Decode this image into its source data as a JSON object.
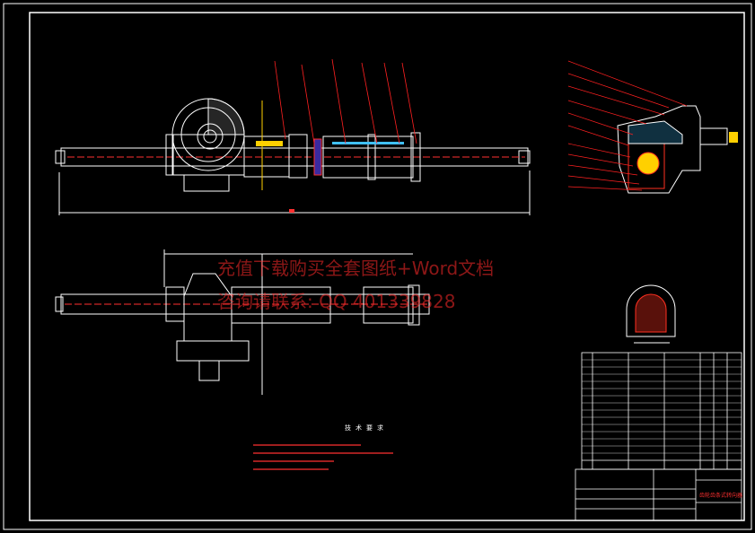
{
  "watermark": {
    "line1": "充值下载购买全套图纸+Word文档",
    "line2": "咨询请联系: QQ 401339828"
  },
  "notes": {
    "title": "技术要求"
  },
  "title_block": {
    "drawing_name": "齿轮齿条式转向器"
  },
  "colors": {
    "background": "#000000",
    "linework": "#ffffff",
    "leaders": "#ff2020",
    "centerline": "#ff3030",
    "hatch": "#ffd000",
    "section": "#ff3020",
    "cyan": "#40c0ff",
    "watermark": "#ff2a2a"
  }
}
